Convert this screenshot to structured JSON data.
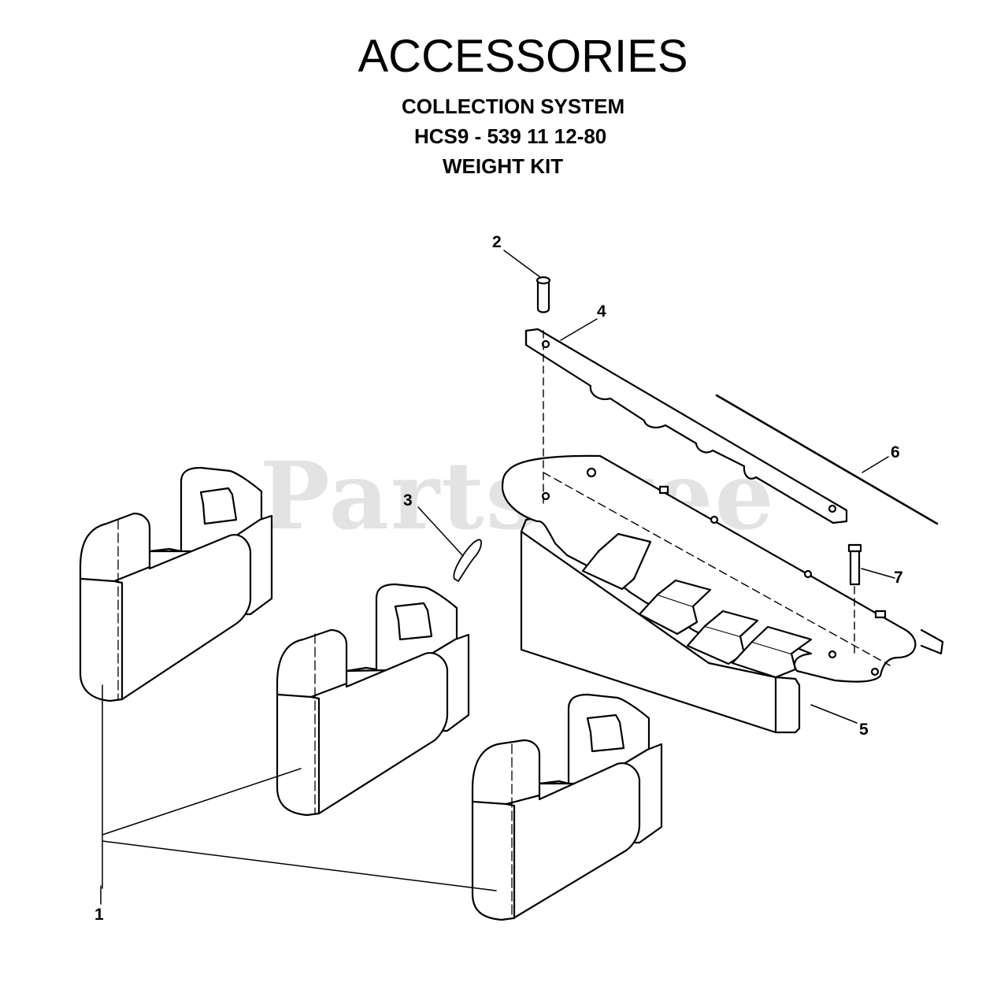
{
  "header": {
    "title": "ACCESSORIES",
    "line1": "COLLECTION SYSTEM",
    "line2": "HCS9 - 539 11 12-80",
    "line3": "WEIGHT KIT"
  },
  "watermark": "PartsTree",
  "callouts": [
    "1",
    "2",
    "3",
    "4",
    "5",
    "6",
    "7"
  ],
  "colors": {
    "ink": "#000000",
    "paper": "#ffffff",
    "watermark": "#e3e3e3"
  }
}
